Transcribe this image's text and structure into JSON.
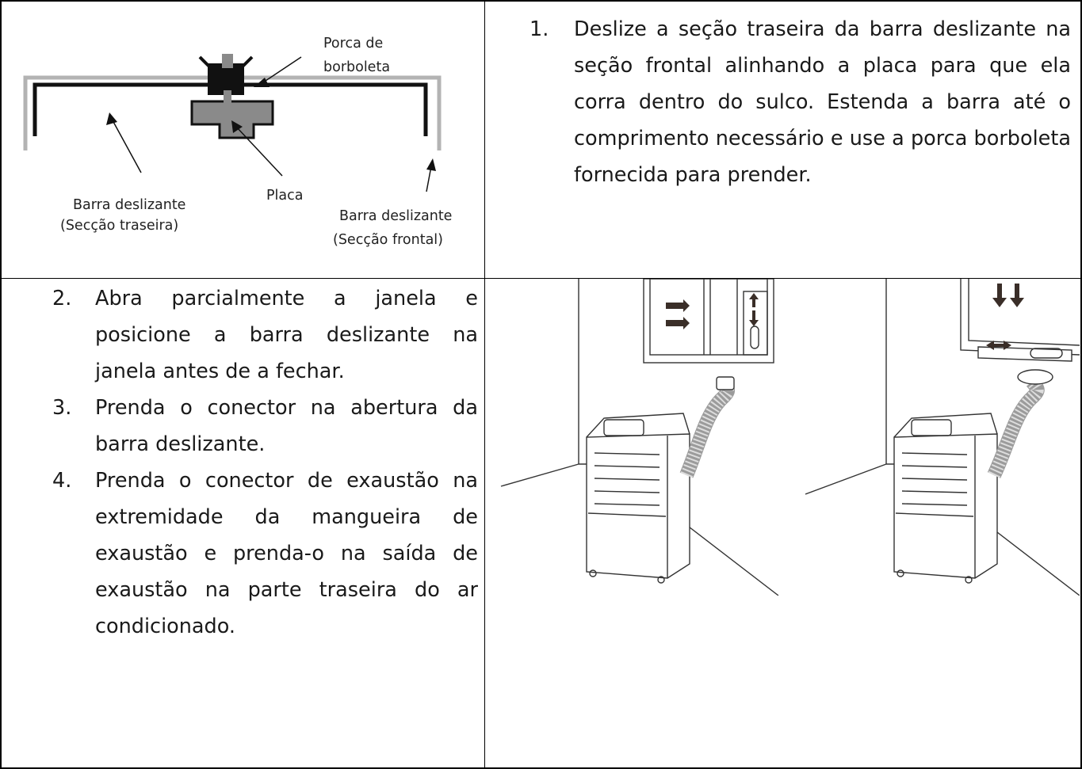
{
  "diagram": {
    "label_wing_nut": [
      "Porca de",
      "borboleta"
    ],
    "label_plate": "Placa",
    "label_rear_section": [
      "Barra deslizante",
      "(Secção traseira)"
    ],
    "label_front_section": [
      "Barra deslizante",
      "(Secção frontal)"
    ]
  },
  "step1": {
    "number": "1.",
    "text": "Deslize a seção traseira da barra deslizante na seção frontal alinhando a placa para que ela corra dentro do sulco. Estenda a barra até o comprimento necessário e use a porca borboleta fornecida para prender."
  },
  "steps": [
    {
      "number": "2.",
      "text": "Abra parcialmente a janela e posicione a barra deslizante na janela antes de a fechar."
    },
    {
      "number": "3.",
      "text": "Prenda o conector na abertura da barra deslizante."
    },
    {
      "number": "4.",
      "text": "Prenda o conector de exaustão na extremidade da mangueira de exaustão e prenda-o na saída de exaustão na parte traseira do ar condicionado."
    }
  ],
  "colors": {
    "border": "#000000",
    "plate_gray": "#8a8a8a",
    "rod_gray": "#b0b0b0",
    "arrow": "#3a2e28"
  }
}
